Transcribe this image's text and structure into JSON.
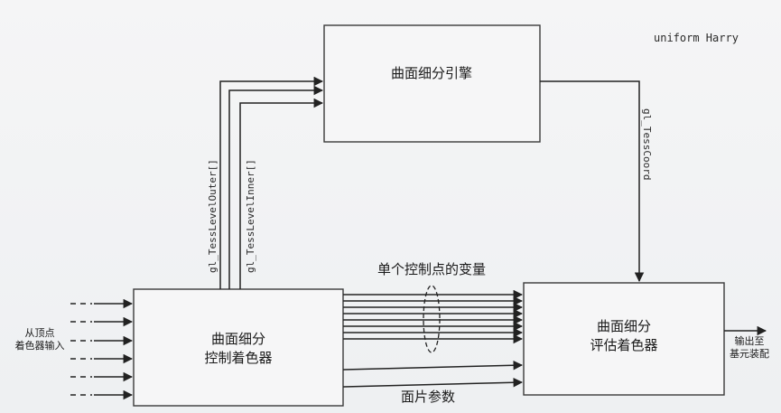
{
  "header": {
    "corner_note": "uniform Harry"
  },
  "boxes": {
    "tess_engine": {
      "label": "曲面细分引擎"
    },
    "tcs": {
      "line1": "曲面细分",
      "line2": "控制着色器"
    },
    "tes": {
      "line1": "曲面细分",
      "line2": "评估着色器"
    }
  },
  "labels": {
    "outer_level": "gl_TessLevelOuter[]",
    "inner_level": "gl_TessLevelInner[]",
    "tess_coord": "gl_TessCoord",
    "per_vertex": "单个控制点的变量",
    "patch_params": "面片参数",
    "input_line1": "从顶点",
    "input_line2": "着色器输入",
    "output_line1": "输出至",
    "output_line2": "基元装配"
  }
}
